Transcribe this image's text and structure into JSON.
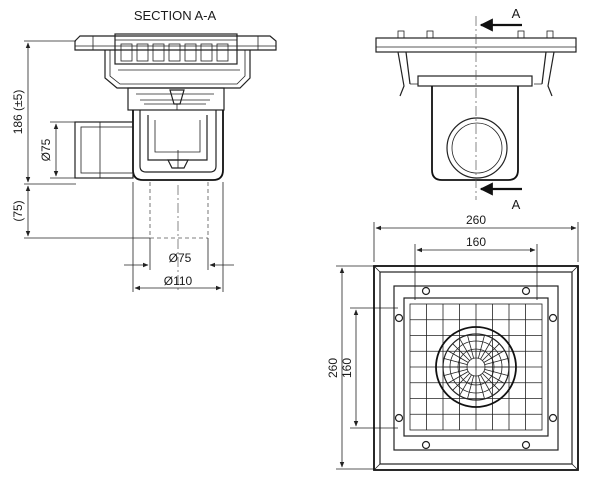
{
  "section_title": "SECTION A-A",
  "side_view": {
    "height_label": "186 (±5)",
    "outlet_label": "Ø75",
    "bottom_label": "(75)",
    "pipe_inner_label": "Ø75",
    "pipe_outer_label": "Ø110"
  },
  "front_view": {
    "section_marker_top": "A",
    "section_marker_bottom": "A"
  },
  "plan_view": {
    "outer_width_label": "260",
    "inner_width_label": "160",
    "outer_height_label": "260",
    "inner_height_label": "160"
  },
  "colors": {
    "line": "#222222",
    "background": "#ffffff"
  }
}
